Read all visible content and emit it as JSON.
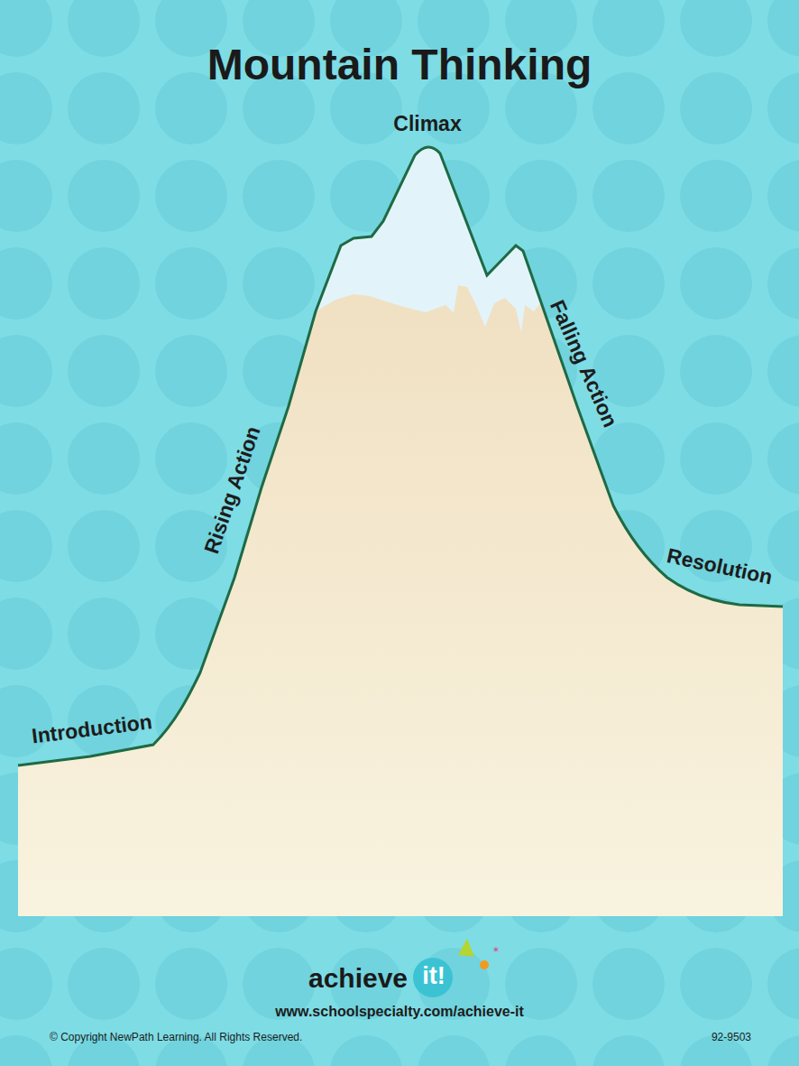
{
  "diagram": {
    "title": "Mountain Thinking",
    "labels": [
      "Climax",
      "Rising Action",
      "Falling Action",
      "Introduction",
      "Resolution",
      "achieve",
      "it!",
      "www.schoolspecialty.com/achieve-it",
      "© Copyright NewPath Learning. All Rights Reserved.",
      "92-9503"
    ]
  }
}
